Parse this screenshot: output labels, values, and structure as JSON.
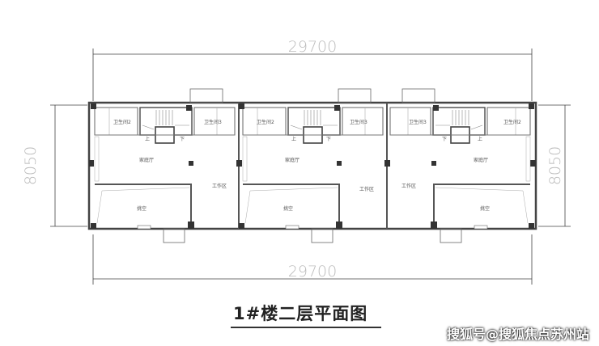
{
  "dimensions": {
    "width": "29700",
    "depth": "8050"
  },
  "rooms": {
    "bath2": "卫生间2",
    "bath3": "卫生间3",
    "family_hall": "家庭厅",
    "work_area": "工作区",
    "void": "挑空",
    "up": "上",
    "down": "下"
  },
  "title": "1#楼二层平面图",
  "watermark": "搜狐号@搜狐焦点苏州站"
}
